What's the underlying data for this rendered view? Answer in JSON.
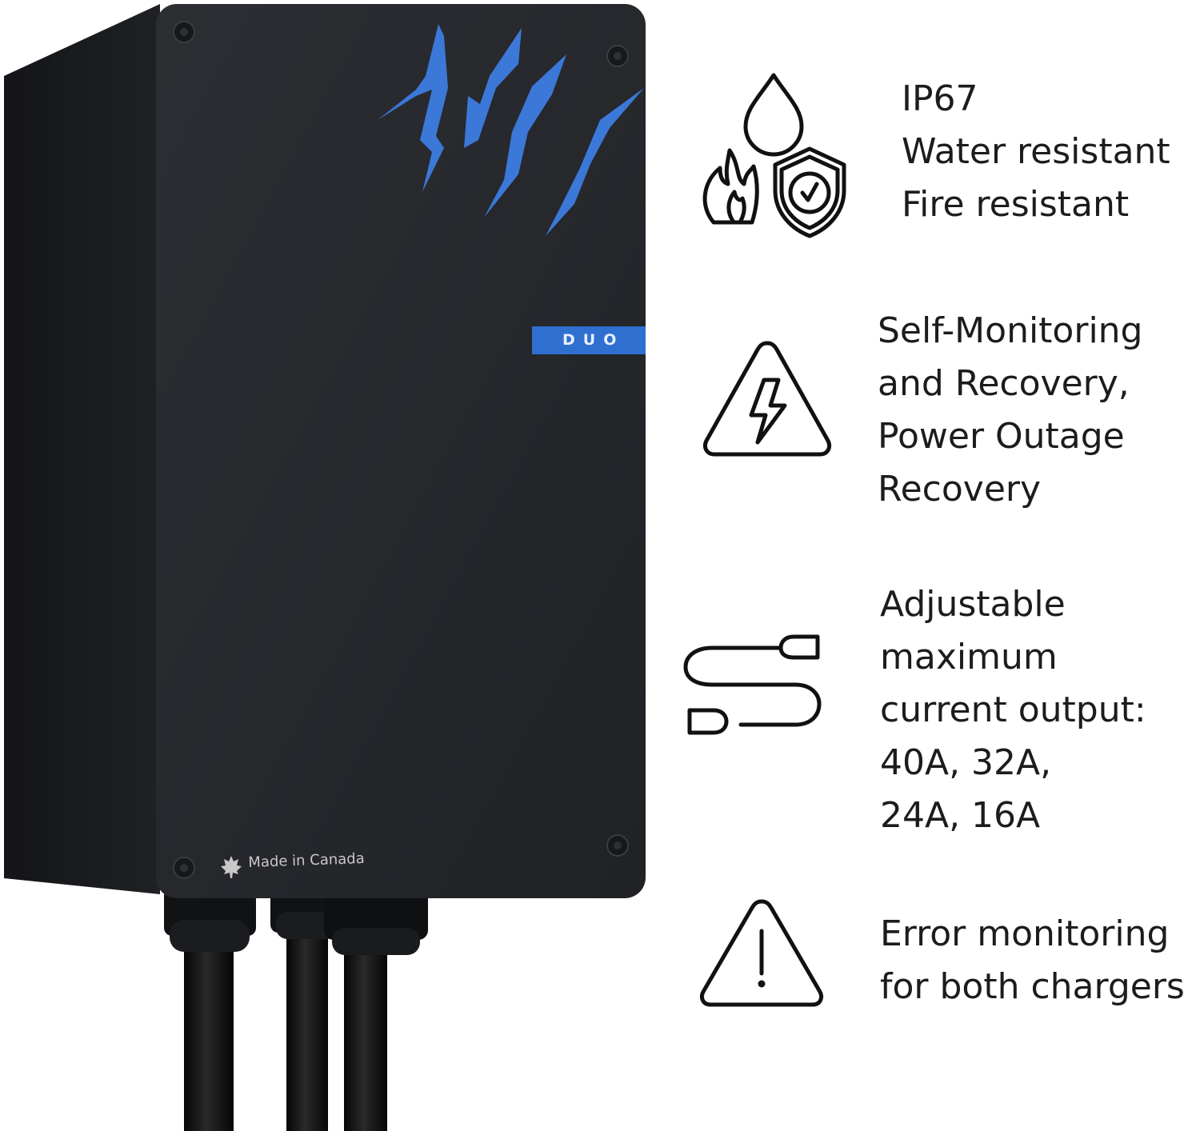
{
  "product": {
    "badge_label": "DUO",
    "origin_label": "Made in Canada",
    "body_color": "#26282c",
    "side_color": "#1a1c1f",
    "accent_color": "#3b78d8",
    "origin_icon": "maple-leaf-icon"
  },
  "features": [
    {
      "icon": "water-fire-shield-icon",
      "lines": [
        "IP67",
        "Water resistant",
        "Fire resistant"
      ]
    },
    {
      "icon": "lightning-warning-icon",
      "lines": [
        "Self-Monitoring",
        "and Recovery,",
        "Power Outage",
        "Recovery"
      ]
    },
    {
      "icon": "cable-icon",
      "lines": [
        "Adjustable",
        "maximum",
        "current output:",
        "40A, 32A,",
        "24A, 16A"
      ]
    },
    {
      "icon": "warning-icon",
      "lines": [
        "Error monitoring",
        "for both chargers"
      ]
    }
  ]
}
